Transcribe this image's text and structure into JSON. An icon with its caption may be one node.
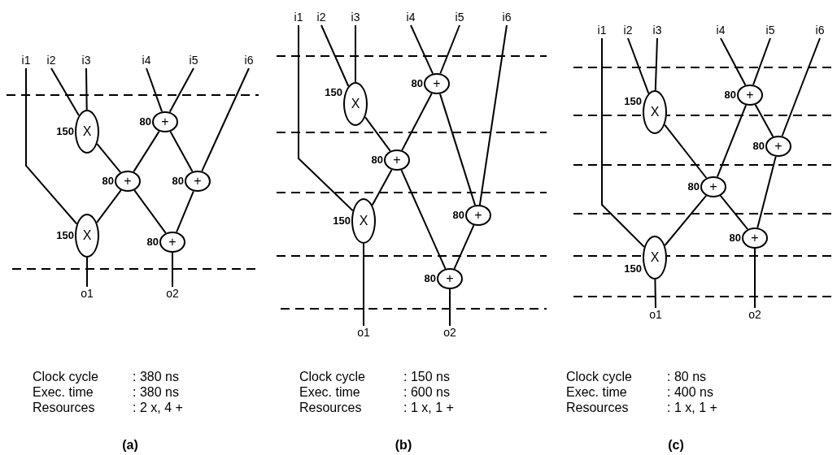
{
  "diagram": {
    "nodes": [
      {
        "text": [
          "i1"
        ]
      },
      {
        "text": [
          "i2"
        ]
      },
      {
        "text": [
          "i3"
        ]
      },
      {
        "text": [
          "i4"
        ]
      },
      {
        "text": [
          "i5"
        ]
      },
      {
        "text": [
          "i6"
        ]
      },
      {
        "text": [
          "X"
        ],
        "beside": [
          "150"
        ]
      },
      {
        "text": [
          "+"
        ],
        "beside": [
          "80"
        ]
      },
      {
        "text": [
          "+"
        ],
        "beside": [
          "80"
        ]
      },
      {
        "text": [
          "+"
        ],
        "beside": [
          "80"
        ]
      },
      {
        "text": [
          "X"
        ],
        "beside": [
          "150"
        ]
      },
      {
        "text": [
          "+"
        ],
        "beside": [
          "80"
        ]
      },
      {
        "text": [
          "o1"
        ]
      },
      {
        "text": [
          "o2"
        ]
      },
      {
        "text": [
          "i1"
        ]
      },
      {
        "text": [
          "i2"
        ]
      },
      {
        "text": [
          "i3"
        ]
      },
      {
        "text": [
          "i4"
        ]
      },
      {
        "text": [
          "i5"
        ]
      },
      {
        "text": [
          "i6"
        ]
      },
      {
        "text": [
          "X"
        ],
        "beside": [
          "150"
        ]
      },
      {
        "text": [
          "+"
        ],
        "beside": [
          "80"
        ]
      },
      {
        "text": [
          "+"
        ],
        "beside": [
          "80"
        ]
      },
      {
        "text": [
          "+"
        ],
        "beside": [
          "80"
        ]
      },
      {
        "text": [
          "X"
        ],
        "beside": [
          "150"
        ]
      },
      {
        "text": [
          "+"
        ],
        "beside": [
          "80"
        ]
      },
      {
        "text": [
          "o1"
        ]
      },
      {
        "text": [
          "o2"
        ]
      },
      {
        "text": [
          "i1"
        ]
      },
      {
        "text": [
          "i2"
        ]
      },
      {
        "text": [
          "i3"
        ]
      },
      {
        "text": [
          "i4"
        ]
      },
      {
        "text": [
          "i5"
        ]
      },
      {
        "text": [
          "i6"
        ]
      },
      {
        "text": [
          "X"
        ],
        "beside": [
          "150"
        ]
      },
      {
        "text": [
          "+"
        ],
        "beside": [
          "80"
        ]
      },
      {
        "text": [
          "+"
        ],
        "beside": [
          "80"
        ]
      },
      {
        "text": [
          "+"
        ],
        "beside": [
          "80"
        ]
      },
      {
        "text": [
          "X"
        ],
        "beside": [
          "150"
        ]
      },
      {
        "text": [
          "+"
        ],
        "beside": [
          "80"
        ]
      },
      {
        "text": [
          "o1"
        ]
      },
      {
        "text": [
          "o2"
        ]
      }
    ],
    "edges": [
      {
        "from": 0,
        "to": 10,
        "arrow": "none"
      },
      {
        "from": 1,
        "to": 6,
        "arrow": "none"
      },
      {
        "from": 2,
        "to": 6,
        "arrow": "none"
      },
      {
        "from": 3,
        "to": 7,
        "arrow": "none"
      },
      {
        "from": 4,
        "to": 7,
        "arrow": "none"
      },
      {
        "from": 5,
        "to": 9,
        "arrow": "none"
      },
      {
        "from": 6,
        "to": 8,
        "arrow": "none"
      },
      {
        "from": 7,
        "to": 8,
        "arrow": "none"
      },
      {
        "from": 7,
        "to": 9,
        "arrow": "none"
      },
      {
        "from": 8,
        "to": 10,
        "arrow": "none"
      },
      {
        "from": 8,
        "to": 11,
        "arrow": "none"
      },
      {
        "from": 9,
        "to": 11,
        "arrow": "none"
      },
      {
        "from": 10,
        "to": 12,
        "arrow": "none"
      },
      {
        "from": 11,
        "to": 13,
        "arrow": "none"
      },
      {
        "from": 14,
        "to": 24,
        "arrow": "none"
      },
      {
        "from": 15,
        "to": 20,
        "arrow": "none"
      },
      {
        "from": 16,
        "to": 20,
        "arrow": "none"
      },
      {
        "from": 17,
        "to": 21,
        "arrow": "none"
      },
      {
        "from": 18,
        "to": 21,
        "arrow": "none"
      },
      {
        "from": 19,
        "to": 23,
        "arrow": "none"
      },
      {
        "from": 20,
        "to": 22,
        "arrow": "none"
      },
      {
        "from": 21,
        "to": 22,
        "arrow": "none"
      },
      {
        "from": 21,
        "to": 23,
        "arrow": "none"
      },
      {
        "from": 22,
        "to": 24,
        "arrow": "none"
      },
      {
        "from": 22,
        "to": 25,
        "arrow": "none"
      },
      {
        "from": 23,
        "to": 25,
        "arrow": "none"
      },
      {
        "from": 24,
        "to": 26,
        "arrow": "none"
      },
      {
        "from": 25,
        "to": 27,
        "arrow": "none"
      },
      {
        "from": 28,
        "to": 38,
        "arrow": "none"
      },
      {
        "from": 29,
        "to": 34,
        "arrow": "none"
      },
      {
        "from": 30,
        "to": 34,
        "arrow": "none"
      },
      {
        "from": 31,
        "to": 35,
        "arrow": "none"
      },
      {
        "from": 32,
        "to": 35,
        "arrow": "none"
      },
      {
        "from": 33,
        "to": 37,
        "arrow": "none"
      },
      {
        "from": 34,
        "to": 36,
        "arrow": "none"
      },
      {
        "from": 35,
        "to": 36,
        "arrow": "none"
      },
      {
        "from": 35,
        "to": 37,
        "arrow": "none"
      },
      {
        "from": 36,
        "to": 38,
        "arrow": "none"
      },
      {
        "from": 36,
        "to": 39,
        "arrow": "none"
      },
      {
        "from": 37,
        "to": 39,
        "arrow": "none"
      },
      {
        "from": 38,
        "to": 40,
        "arrow": "none"
      },
      {
        "from": 39,
        "to": 41,
        "arrow": "none"
      }
    ],
    "labels": [
      "Clock cycle",
      ": 380 ns",
      "Exec. time",
      ": 380 ns",
      "Resources",
      ": 2 x, 4 +",
      "(a)",
      "Clock cycle",
      ": 150 ns",
      "Exec. time",
      ": 600 ns",
      "Resources",
      ": 1 x, 1 +",
      "(b)",
      "Clock cycle",
      ": 80 ns",
      "Exec. time",
      ": 400 ns",
      "Resources",
      ": 1 x, 1 +",
      "(c)"
    ]
  }
}
